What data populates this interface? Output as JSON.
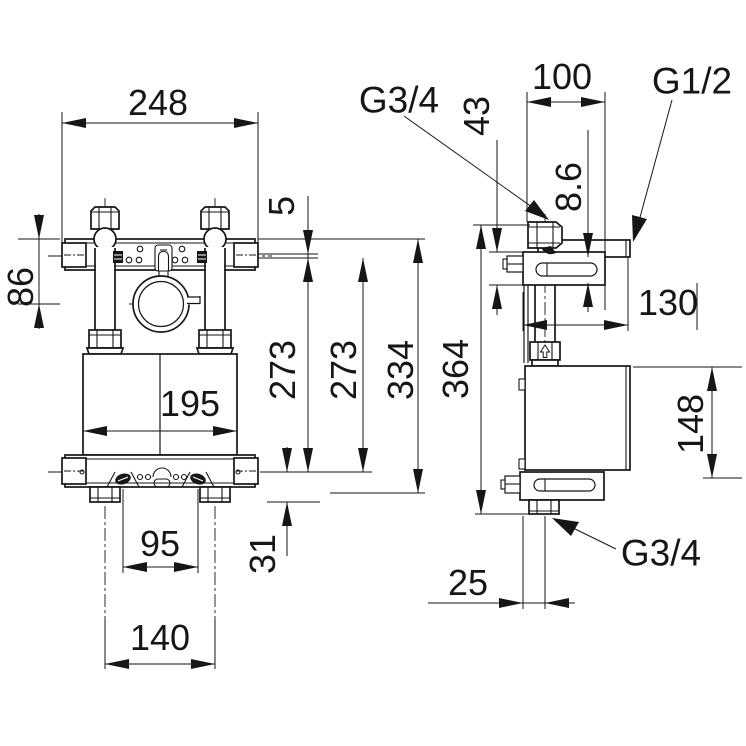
{
  "front": {
    "d248": "248",
    "d86": "86",
    "d5": "5",
    "d273a": "273",
    "d273b": "273",
    "d334": "334",
    "d195": "195",
    "d95": "95",
    "d31": "31",
    "d140": "140"
  },
  "side": {
    "d100": "100",
    "d43": "43",
    "d8_6": "8.6",
    "d130": "130",
    "d364": "364",
    "d148": "148",
    "d25": "25",
    "g34_top": "G3/4",
    "g12": "G1/2",
    "g34_bottom": "G3/4"
  },
  "colors": {
    "ink": "#161616",
    "paper": "#ffffff"
  }
}
